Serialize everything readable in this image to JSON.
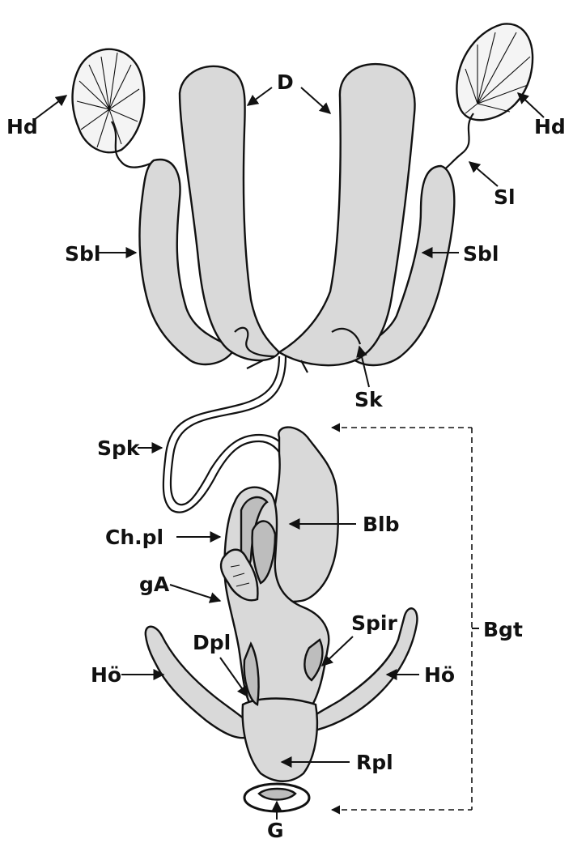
{
  "labels": {
    "hd_left": "Hd",
    "hd_right": "Hd",
    "d": "D",
    "sl": "Sl",
    "sbl_left": "Sbl",
    "sbl_right": "Sbl",
    "sk": "Sk",
    "spk": "Spk",
    "blb": "Blb",
    "chpl": "Ch.pl",
    "ga": "gA",
    "spir": "Spir",
    "bgt": "Bgt",
    "dpl": "Dpl",
    "hoe_left": "Hö",
    "hoe_right": "Hö",
    "rpl": "Rpl",
    "g": "G"
  },
  "colors": {
    "ink": "#111111",
    "stipple_fill": "#d9d9d9",
    "background": "#ffffff"
  }
}
